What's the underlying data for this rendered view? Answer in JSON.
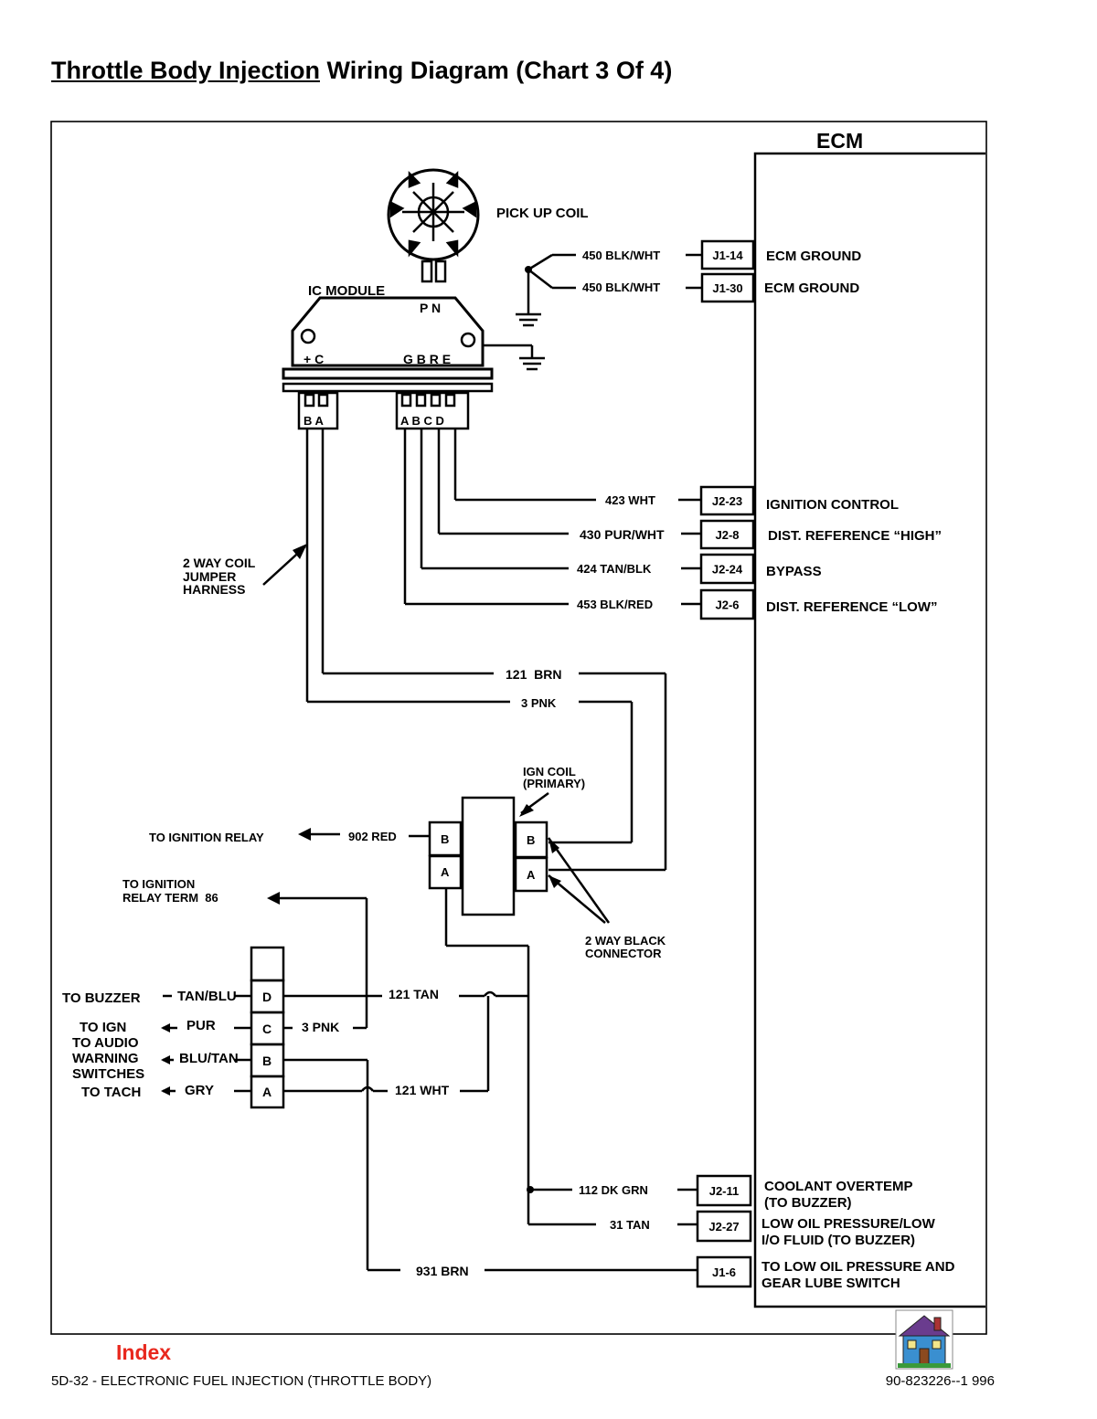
{
  "title": {
    "underlined": "Throttle Body Injection",
    "rest": "Wiring Diagram (Chart 3 Of 4)"
  },
  "ecm_title": "ECM",
  "labels": {
    "pickup_coil": "PICK UP COIL",
    "ic_module": "IC MODULE",
    "ic_pins_top": "P N",
    "ic_pin_left": "+ C",
    "ic_pins_right": "G B R E",
    "plug_left": "B A",
    "plug_right": "A B C D",
    "jumper_harness": [
      "2 WAY COIL",
      "JUMPER",
      "HARNESS"
    ],
    "ign_coil": [
      "IGN COIL",
      "(PRIMARY)"
    ],
    "to_ign_relay": "TO IGNITION RELAY",
    "to_ign_relay_term": [
      "TO IGNITION",
      "RELAY TERM  86"
    ],
    "black_connector": [
      "2 WAY BLACK",
      "CONNECTOR"
    ],
    "coil_pins": {
      "left_b": "B",
      "left_a": "A",
      "right_b": "B",
      "right_a": "A"
    },
    "buzzer_pins": [
      "D",
      "C",
      "B",
      "A"
    ]
  },
  "wires": {
    "w450a": "450 BLK/WHT",
    "w450b": "450 BLK/WHT",
    "w423": "423 WHT",
    "w430": "430 PUR/WHT",
    "w424": "424 TAN/BLK",
    "w453": "453 BLK/RED",
    "w121brn": "121  BRN",
    "w3pnk": "3 PNK",
    "w902": "902 RED",
    "w121tan": "121 TAN",
    "w3pnk2": "3 PNK",
    "w121wht": "121 WHT",
    "w112": "112 DK GRN",
    "w31": "31 TAN",
    "w931": "931 BRN"
  },
  "ecm_pins": [
    {
      "pin": "J1-14",
      "desc": [
        "ECM GROUND"
      ]
    },
    {
      "pin": "J1-30",
      "desc": [
        "ECM GROUND"
      ]
    },
    {
      "pin": "J2-23",
      "desc": [
        "IGNITION CONTROL"
      ]
    },
    {
      "pin": "J2-8",
      "desc": [
        "DIST. REFERENCE “HIGH”"
      ]
    },
    {
      "pin": "J2-24",
      "desc": [
        "BYPASS"
      ]
    },
    {
      "pin": "J2-6",
      "desc": [
        "DIST. REFERENCE “LOW”"
      ]
    },
    {
      "pin": "J2-11",
      "desc": [
        "COOLANT OVERTEMP",
        "(TO BUZZER)"
      ]
    },
    {
      "pin": "J2-27",
      "desc": [
        "LOW OIL PRESSURE/LOW",
        "I/O FLUID (TO BUZZER)"
      ]
    },
    {
      "pin": "J1-6",
      "desc": [
        "TO LOW OIL PRESSURE AND",
        "GEAR LUBE SWITCH"
      ]
    }
  ],
  "buzzer_rows": [
    {
      "dest": "TO BUZZER",
      "color": "TAN/BLU"
    },
    {
      "dest": "TO IGN",
      "color": "PUR"
    },
    {
      "dest": "TO AUDIO",
      "color": "BLU/TAN"
    },
    {
      "dest": "WARNING",
      "color": "GRY"
    }
  ],
  "buzzer_extra": [
    "SWITCHES",
    "TO TACH"
  ],
  "index_label": "Index",
  "footer": {
    "left": "5D-32 - ELECTRONIC FUEL INJECTION (THROTTLE BODY)",
    "right": "90-823226--1  996"
  },
  "colors": {
    "index": "#e8281e"
  },
  "icons": [
    "home-icon"
  ]
}
